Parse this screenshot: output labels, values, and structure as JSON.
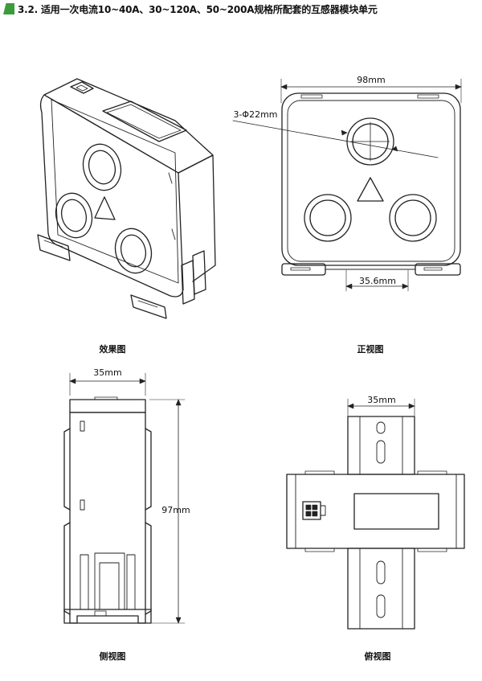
{
  "header": {
    "title": "3.2. 适用一次电流10~40A、30~120A、50~200A规格所配套的互感器模块单元",
    "accent_color": "#3a9d3a"
  },
  "views": {
    "perspective": {
      "caption": "效果图"
    },
    "front": {
      "caption": "正视图",
      "width_label": "98mm",
      "hole_label": "3-Φ22mm",
      "rail_label": "35.6mm"
    },
    "side": {
      "caption": "侧视图",
      "width_label": "35mm",
      "height_label": "97mm"
    },
    "top": {
      "caption": "俯视图",
      "rail_label": "35mm"
    }
  }
}
